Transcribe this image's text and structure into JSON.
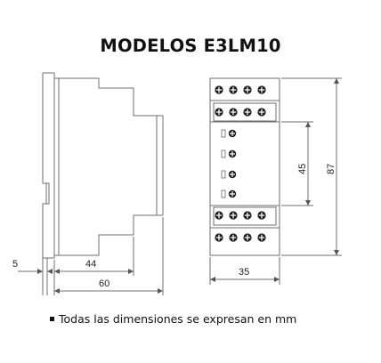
{
  "title": "MODELOS E3LM10",
  "dimensions": {
    "rail_offset": "5",
    "body_depth": "44",
    "total_depth": "60",
    "width": "35",
    "inner_height": "45",
    "total_height": "87"
  },
  "footnote": "Todas las dimensiones se expresan en mm",
  "colors": {
    "line": "#777777",
    "text": "#111111"
  }
}
